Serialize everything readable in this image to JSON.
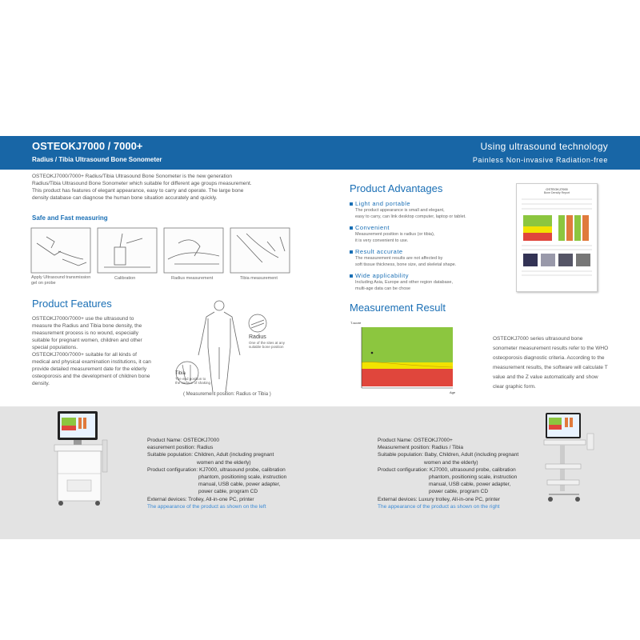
{
  "banner": {
    "title": "OSTEOKJ7000 / 7000+",
    "subtitle": "Radius / Tibia Ultrasound Bone Sonometer",
    "right_title": "Using ultrasound technology",
    "right_subtitle": "Painless  Non-invasive  Radiation-free",
    "color": "#1866a6"
  },
  "intro": {
    "lines": [
      "OSTEOKJ7000/7000+ Radius/Tibia Ultrasound Bone Sonometer is the new generation",
      "Radius/Tibia Ultrasound Bone Sonometer which suitable for different age groups measurement.",
      "This product has features of elegant appearance, easy to carry and operate. The large bone",
      "density database can diagnose the human bone situation accurately and quickly."
    ]
  },
  "safe": {
    "heading": "Safe and Fast measuring",
    "captions": [
      "Apply Ultrasound transmission",
      "gel on probe",
      "Calibration",
      "Radius measurement",
      "Tibia measurement"
    ]
  },
  "features": {
    "heading": "Product Features",
    "para1": [
      "OSTEOKJ7000/7000+ use the ultrasound to",
      "measure the Radius and Tibia bone density, the",
      "measurement process is no wound, especially",
      "suitable for pregnant women, children and other",
      "special populations."
    ],
    "para2": [
      "OSTEOKJ7000/7000+ suitable for all kinds of",
      "medical and physical examination institutions, it can",
      "provide detailed measurement date for the elderly",
      "osteoporosis and the development of children bone",
      "density."
    ],
    "radius_label": "Radius",
    "radius_note": [
      "One of the sites at any",
      "suitable bone position"
    ],
    "tibia_label": "Tibia",
    "tibia_note": [
      "The end position to",
      "the surface of shaking"
    ],
    "position_caption": "( Measurement position: Radius or Tibia )"
  },
  "advantages": {
    "heading": "Product Advantages",
    "items": [
      {
        "title": "Light and portable",
        "lines": [
          "The product appearance is small and elegant,",
          "easy to carry, can link desktop computer, laptop or tablet."
        ]
      },
      {
        "title": "Convenient",
        "lines": [
          "Measurement position is radius (or tibia),",
          "it is very convenient to use."
        ]
      },
      {
        "title": "Result accurate",
        "lines": [
          "The measurement results are not affected by",
          "soft tissue thickness, bone size, and skeletal shape."
        ]
      },
      {
        "title": "Wide applicability",
        "lines": [
          "Including Asia, Europe and other region database,",
          "multi-age data can be chose"
        ]
      }
    ],
    "report_title": "OSTEOKJ7000",
    "report_subtitle": "Bone Density Report"
  },
  "result": {
    "heading": "Measurement Result",
    "y_axis_label": "T-score",
    "x_axis_label": "Age",
    "desc_lines": [
      "OSTEOKJ7000 series ultrasound bone",
      "sonometer measurement results refer to the WHO",
      "osteoporosis diagnostic criteria. According to the",
      "measurement results, the software will calculate T",
      "value and the Z value automatically and show",
      "clear graphic form."
    ],
    "zone_colors": {
      "normal": "#8cc63f",
      "osteopenia": "#f2e300",
      "osteoporosis": "#e0463c"
    }
  },
  "products": [
    {
      "name": "Product Name:  OSTEOKJ7000",
      "position": "easurement position: Radius",
      "population": [
        "Suitable population: Children, Adult (including pregnant",
        "women and the elderly)"
      ],
      "config": [
        "Product configuration: KJ7000, ultrasound probe, calibration",
        "phantom, positioning scale, instruction",
        "manual, USB cable, power adapter,",
        "power cable, program CD"
      ],
      "external": "External devices: Trolley, All-in-one PC, printer",
      "note": "The appearance of the product as shown on the left"
    },
    {
      "name": "Product Name:  OSTEOKJ7000+",
      "position": "Measurement position: Radius / Tibia",
      "population": [
        "Suitable population: Baby, Children, Adult (including pregnant",
        "women and the elderly)"
      ],
      "config": [
        "Product configuration: KJ7000, ultrasound probe, calibration",
        "phantom, positioning scale, instruction",
        "manual, USB cable, power adapter,",
        "power cable, program CD"
      ],
      "external": "External devices: Luxury trolley, All-in-one PC, printer",
      "note": "The appearance of the product as shown on the right"
    }
  ]
}
